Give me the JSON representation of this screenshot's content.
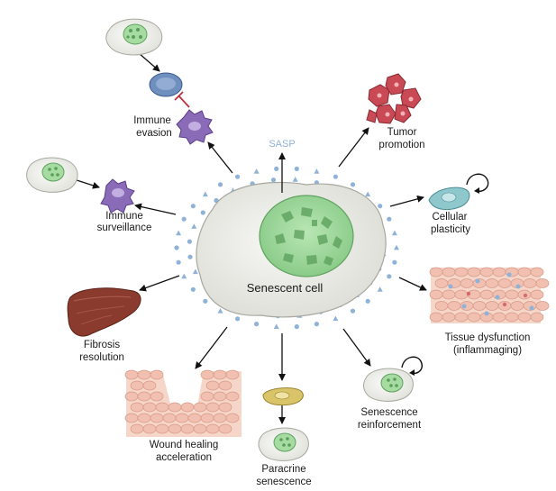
{
  "diagram": {
    "center_label": "Senescent cell",
    "sasp_label": "SASP",
    "outcomes": {
      "immune_evasion": [
        "Immune",
        "evasion"
      ],
      "tumor_promotion": [
        "Tumor",
        "promotion"
      ],
      "immune_surveillance": [
        "Immune",
        "surveillance"
      ],
      "cellular_plasticity": [
        "Cellular",
        "plasticity"
      ],
      "tissue_dysfunction": [
        "Tissue dysfunction",
        "(inflammaging)"
      ],
      "fibrosis_resolution": [
        "Fibrosis",
        "resolution"
      ],
      "senescence_reinforcement": [
        "Senescence",
        "reinforcement"
      ],
      "wound_healing": [
        "Wound healing",
        "acceleration"
      ],
      "paracrine_senescence": [
        "Paracrine",
        "senescence"
      ]
    }
  },
  "colors": {
    "nucleus": "#8fd18f",
    "cell_body": "#ececec",
    "sasp_dot": "#8fb2d8",
    "immune_purple": "#8a6bb8",
    "t_cell_blue": "#6f8fbf",
    "tumor_red": "#c94a55",
    "tissue_pink": "#f1c0b0",
    "liver": "#8a3b2e",
    "plasticity_cell": "#8ec7cc",
    "paracrine_cell": "#d9c46a",
    "inhibition": "#c0303a"
  },
  "icons": [
    "senescent-cell",
    "t-cell",
    "macrophage",
    "tumor-cells",
    "liver",
    "tissue-section",
    "wound-tissue",
    "fibroblast"
  ]
}
